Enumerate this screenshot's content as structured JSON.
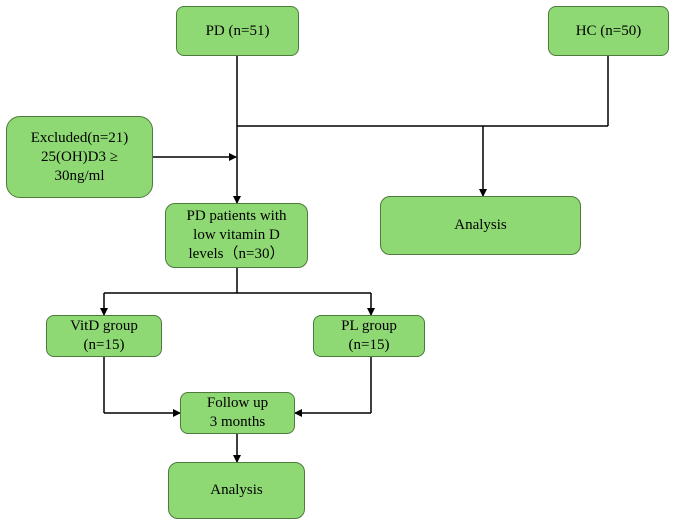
{
  "nodes": {
    "pd": "PD (n=51)",
    "hc": "HC (n=50)",
    "excluded": "Excluded(n=21)\n25(OH)D3 ≥\n30ng/ml",
    "pd_low_vitd": "PD patients  with\nlow vitamin  D\nlevels（n=30）",
    "analysis_hc": "Analysis",
    "vitd_group": "VitD group\n(n=15)",
    "pl_group": "PL group\n(n=15)",
    "follow_up": "Follow up\n3 months",
    "analysis_final": "Analysis"
  },
  "colors": {
    "box_fill": "#8ed974",
    "box_border": "#4e7a3b",
    "connector": "#000000"
  }
}
